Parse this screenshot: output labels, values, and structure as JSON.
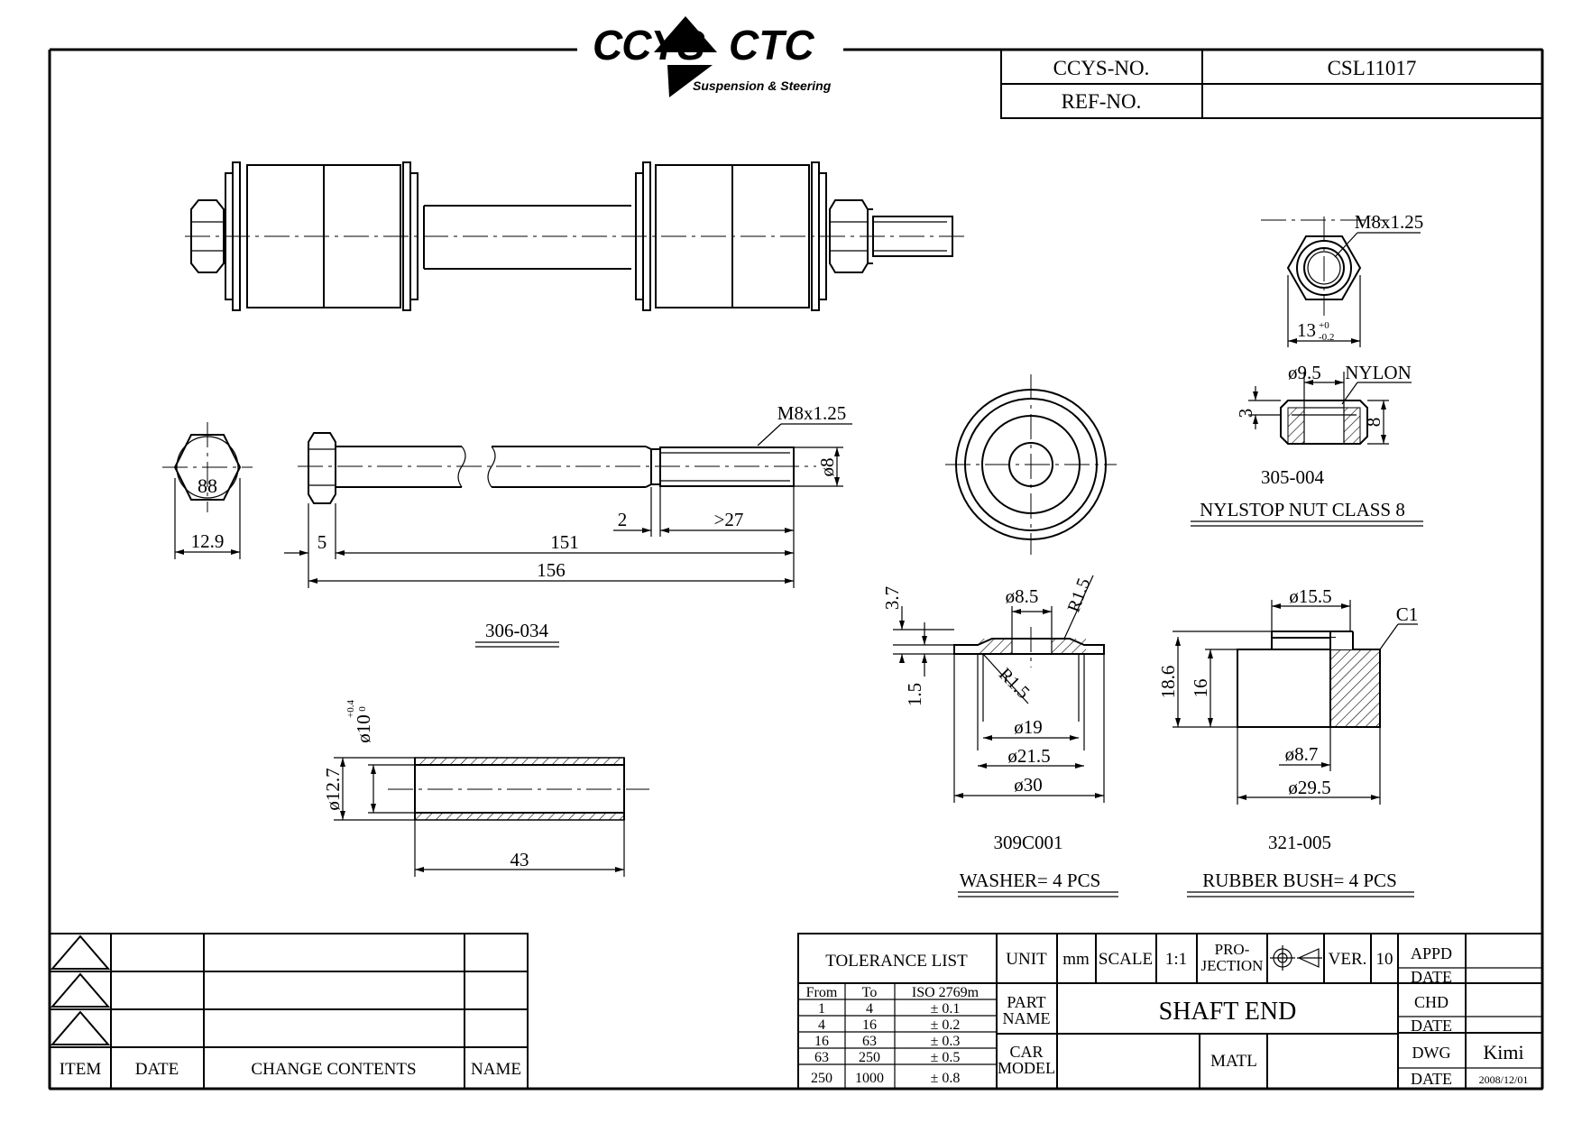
{
  "logo": {
    "brand_left": "CCYS",
    "brand_right": "CTC",
    "tagline": "Suspension & Steering"
  },
  "header": {
    "ccys_no_label": "CCYS-NO.",
    "ccys_no_value": "CSL11017",
    "ref_no_label": "REF-NO.",
    "ref_no_value": ""
  },
  "parts": {
    "bolt": {
      "code": "306-034",
      "hex_size": "88",
      "head_width": "12.9",
      "head_len": "5",
      "shank_len": "151",
      "total_len": "156",
      "thread_gap": "2",
      "thread_len": ">27",
      "thread_spec": "M8x1.25",
      "dia": "ø8"
    },
    "nut": {
      "code": "305-004",
      "name": "NYLSTOP NUT CLASS 8",
      "thread_spec": "M8x1.25",
      "width": "13",
      "width_tol_top": "+0",
      "width_tol_bot": "-0.2",
      "bore": "ø9.5",
      "insert": "NYLON",
      "h1": "3",
      "h2": "8"
    },
    "sleeve": {
      "inner": "ø10",
      "inner_tol_top": "+0.4",
      "inner_tol_bot": "0",
      "outer": "ø12.7",
      "length": "43"
    },
    "washer": {
      "code": "309C001",
      "name": "WASHER= 4 PCS",
      "t_total": "3.7",
      "t": "1.5",
      "bore": "ø8.5",
      "r_top": "R1.5",
      "r_bot": "R1.5",
      "d1": "ø19",
      "d2": "ø21.5",
      "d3": "ø30"
    },
    "bush": {
      "code": "321-005",
      "name": "RUBBER BUSH= 4 PCS",
      "top_dia": "ø15.5",
      "chamfer": "C1",
      "h_total": "18.6",
      "h": "16",
      "bore": "ø8.7",
      "outer": "ø29.5"
    }
  },
  "revision_table": {
    "headers": [
      "ITEM",
      "DATE",
      "CHANGE CONTENTS",
      "NAME"
    ]
  },
  "title_block": {
    "tolerance_title": "TOLERANCE LIST",
    "tol_headers": [
      "From",
      "To",
      "ISO 2769m"
    ],
    "tol_rows": [
      [
        "1",
        "4",
        "± 0.1"
      ],
      [
        "4",
        "16",
        "± 0.2"
      ],
      [
        "16",
        "63",
        "± 0.3"
      ],
      [
        "63",
        "250",
        "± 0.5"
      ],
      [
        "250",
        "1000",
        "± 0.8"
      ]
    ],
    "unit_label": "UNIT",
    "unit_value": "mm",
    "scale_label": "SCALE",
    "scale_value": "1:1",
    "projection_label_1": "PRO-",
    "projection_label_2": "JECTION",
    "ver_label": "VER.",
    "ver_value": "10",
    "appd_label": "APPD",
    "date_label": "DATE",
    "chd_label": "CHD",
    "dwg_label": "DWG",
    "dwg_value": "Kimi",
    "dwg_date": "2008/12/01",
    "part_name_label_1": "PART",
    "part_name_label_2": "NAME",
    "part_name_value": "SHAFT END",
    "car_model_label_1": "CAR",
    "car_model_label_2": "MODEL",
    "matl_label": "MATL"
  }
}
